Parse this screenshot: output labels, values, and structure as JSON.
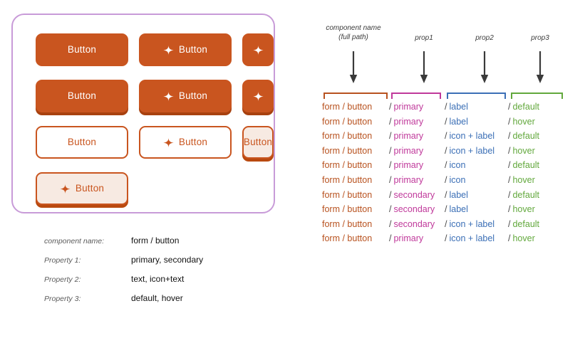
{
  "showcase": {
    "frame_border_color": "#C89BD8",
    "buttons": [
      {
        "label": "Button",
        "variant": "primary",
        "state": "default",
        "content": "label",
        "icon": null
      },
      {
        "label": "Button",
        "variant": "primary",
        "state": "default",
        "content": "icon + label",
        "icon": "sparkle-icon"
      },
      {
        "label": "",
        "variant": "primary",
        "state": "default",
        "content": "icon",
        "icon": "sparkle-icon"
      },
      {
        "label": "Button",
        "variant": "primary",
        "state": "hover",
        "content": "label",
        "icon": null
      },
      {
        "label": "Button",
        "variant": "primary",
        "state": "hover",
        "content": "icon + label",
        "icon": "sparkle-icon"
      },
      {
        "label": "",
        "variant": "primary",
        "state": "hover",
        "content": "icon",
        "icon": "sparkle-icon"
      },
      {
        "label": "Button",
        "variant": "secondary",
        "state": "default",
        "content": "label",
        "icon": null
      },
      {
        "label": "Button",
        "variant": "secondary",
        "state": "default",
        "content": "icon + label",
        "icon": "sparkle-icon"
      },
      {
        "label": "Button",
        "variant": "secondary",
        "state": "hover",
        "content": "label",
        "icon": null
      },
      {
        "label": "Button",
        "variant": "secondary",
        "state": "hover",
        "content": "icon + label",
        "icon": "sparkle-icon"
      }
    ],
    "colors": {
      "primary_fill": "#C9551F",
      "primary_text": "#FFFFFF",
      "primary_shadow": "#A8410F",
      "secondary_fill": "#FFFFFF",
      "secondary_hover_fill": "#F7EAE2",
      "secondary_text": "#C9551F",
      "secondary_border": "#C9551F"
    }
  },
  "legend": {
    "rows": [
      {
        "key": "component name:",
        "value": "form / button"
      },
      {
        "key": "Property 1:",
        "value": "primary, secondary"
      },
      {
        "key": "Property 2:",
        "value": "text, icon+text"
      },
      {
        "key": "Property 3:",
        "value": "default, hover"
      }
    ]
  },
  "naming": {
    "annotations": [
      {
        "label": "component name\n(full path)",
        "color": "#B8521F"
      },
      {
        "label": "prop1",
        "color": "#C0399B"
      },
      {
        "label": "prop2",
        "color": "#3B6FB6"
      },
      {
        "label": "prop3",
        "color": "#62A83C"
      }
    ],
    "colors": {
      "name": "#B8521F",
      "prop1": "#C0399B",
      "prop2": "#3B6FB6",
      "prop3": "#62A83C",
      "slash": "#4A4A4A",
      "arrow": "#3A3A3A"
    },
    "slash": "/",
    "rows": [
      {
        "name": "form / button",
        "prop1": "primary",
        "prop2": "label",
        "prop3": "default"
      },
      {
        "name": "form / button",
        "prop1": "primary",
        "prop2": "label",
        "prop3": "hover"
      },
      {
        "name": "form / button",
        "prop1": "primary",
        "prop2": "icon + label",
        "prop3": "default"
      },
      {
        "name": "form / button",
        "prop1": "primary",
        "prop2": "icon + label",
        "prop3": "hover"
      },
      {
        "name": "form / button",
        "prop1": "primary",
        "prop2": "icon",
        "prop3": "default"
      },
      {
        "name": "form / button",
        "prop1": "primary",
        "prop2": "icon",
        "prop3": "hover"
      },
      {
        "name": "form / button",
        "prop1": "secondary",
        "prop2": "label",
        "prop3": "default"
      },
      {
        "name": "form / button",
        "prop1": "secondary",
        "prop2": "label",
        "prop3": "hover"
      },
      {
        "name": "form / button",
        "prop1": "secondary",
        "prop2": "icon + label",
        "prop3": "default"
      },
      {
        "name": "form / button",
        "prop1": "primary",
        "prop2": "icon + label",
        "prop3": "hover"
      }
    ]
  }
}
